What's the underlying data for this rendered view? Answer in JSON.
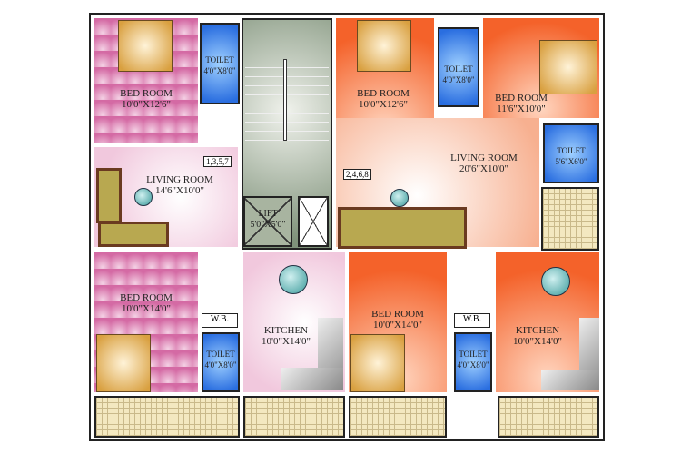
{
  "rooms": {
    "bed1": {
      "name": "BED ROOM",
      "size": "10'0\"X12'6\""
    },
    "toilet1": {
      "name": "TOILET",
      "size": "4'0\"X8'0\""
    },
    "living1": {
      "name": "LIVING ROOM",
      "size": "14'6\"X10'0\"",
      "flats": "1,3,5,7"
    },
    "lift": {
      "name": "LIFT",
      "size": "5'0\"X5'0\""
    },
    "bed2": {
      "name": "BED ROOM",
      "size": "10'0\"X12'6\""
    },
    "toilet2": {
      "name": "TOILET",
      "size": "4'0\"X8'0\""
    },
    "bed3": {
      "name": "BED ROOM",
      "size": "11'6\"X10'0\""
    },
    "toilet3": {
      "name": "TOILET",
      "size": "5'6\"X6'0\""
    },
    "living2": {
      "name": "LIVING ROOM",
      "size": "20'6\"X10'0\"",
      "flats": "2,4,6,8"
    },
    "bed4": {
      "name": "BED ROOM",
      "size": "10'0\"X14'0\""
    },
    "wb1": {
      "name": "W.B."
    },
    "toilet4": {
      "name": "TOILET",
      "size": "4'0\"X8'0\""
    },
    "kitchen1": {
      "name": "KITCHEN",
      "size": "10'0\"X14'0\""
    },
    "bed5": {
      "name": "BED ROOM",
      "size": "10'0\"X14'0\""
    },
    "wb2": {
      "name": "W.B."
    },
    "toilet5": {
      "name": "TOILET",
      "size": "4'0\"X8'0\""
    },
    "kitchen2": {
      "name": "KITCHEN",
      "size": "10'0\"X14'0\""
    }
  }
}
